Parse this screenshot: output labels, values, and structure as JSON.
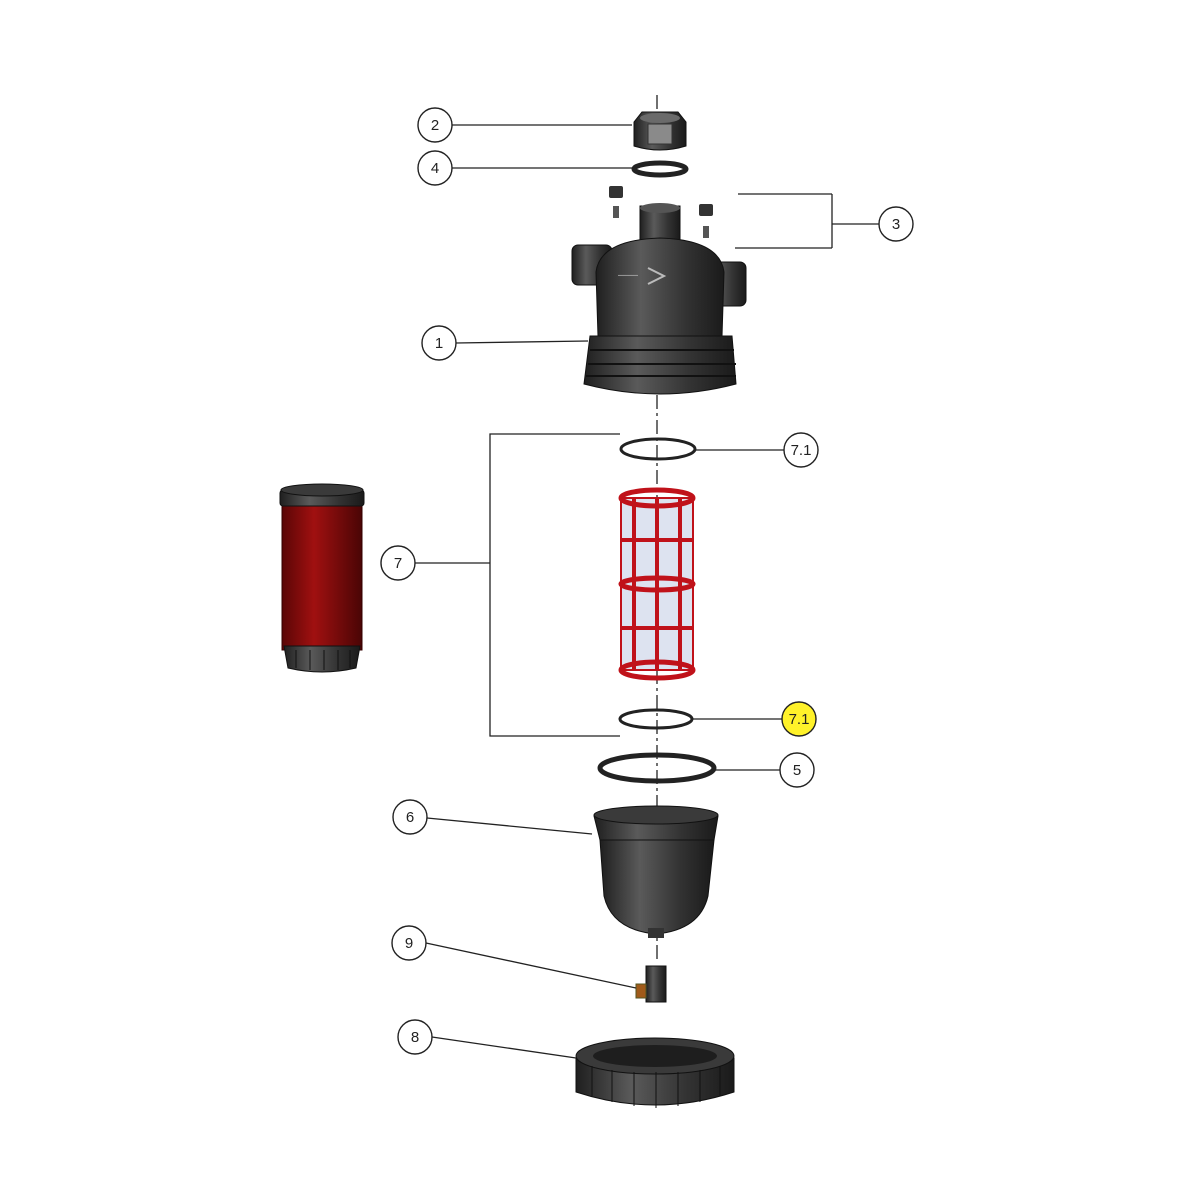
{
  "callouts": {
    "c1": "1",
    "c2": "2",
    "c3": "3",
    "c4": "4",
    "c5": "5",
    "c6": "6",
    "c7": "7",
    "c71a": "7.1",
    "c71b": "7.1",
    "c8": "8",
    "c9": "9"
  },
  "colors": {
    "body": "#2e2e2e",
    "body_light": "#4a4a4a",
    "screen_red": "#c0121a",
    "cartridge_red": "#8a0c0c",
    "highlight": "#fff22a"
  }
}
